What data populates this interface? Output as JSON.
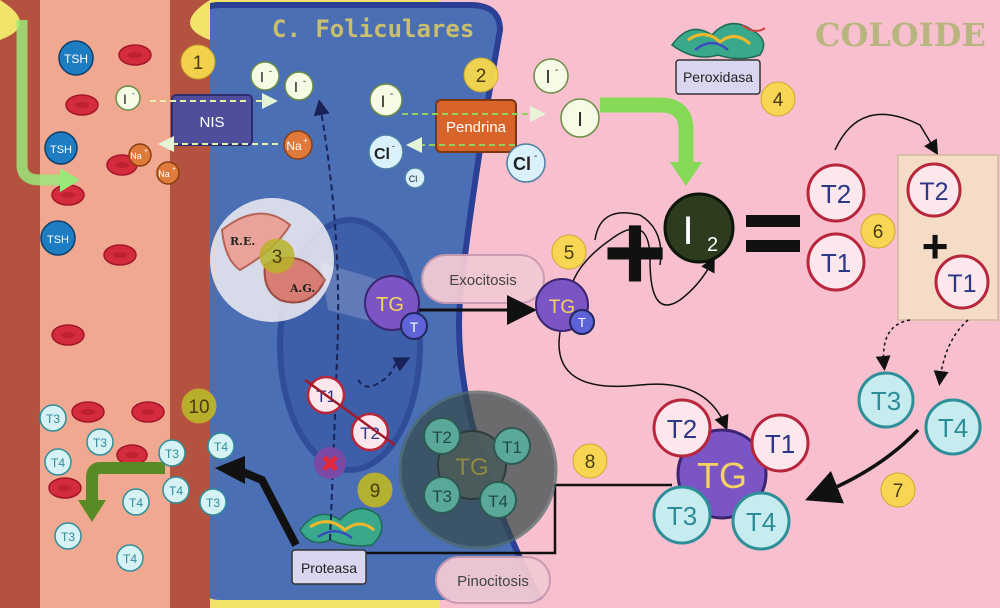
{
  "titles": {
    "cells": "C. Foliculares",
    "colloid": "COLOIDE"
  },
  "labels": {
    "nis": "NIS",
    "pendrina": "Pendrina",
    "peroxidasa": "Peroxidasa",
    "exocitosis": "Exocitosis",
    "pinocitosis": "Pinocitosis",
    "proteasa": "Proteasa",
    "re": "R.E.",
    "ag": "A.G."
  },
  "steps": [
    "1",
    "2",
    "3",
    "4",
    "5",
    "6",
    "7",
    "8",
    "10",
    "9"
  ],
  "ions": {
    "iodide": "I",
    "iodide_sup": "-",
    "chloride": "Cl",
    "chloride_sup": "-",
    "sodium": "Na",
    "sodium_sup": "+",
    "iodine": "I",
    "iodine_sub": "2"
  },
  "hormones": {
    "tsh": "TSH",
    "tg": "TG",
    "t": "T",
    "t1": "T1",
    "t2": "T2",
    "t3": "T3",
    "t4": "T4"
  },
  "symbols": {
    "plus": "+",
    "equals": "=",
    "cross": "✖"
  },
  "colors": {
    "vessel_wall": "#b3523f",
    "vessel_lumen": "#f0a890",
    "cell": "#4a6fb5",
    "colloid": "#f7bfd0",
    "step_badge": "#f7d84d",
    "tg": "#7b55c4",
    "t3_t4_fill": "#c6ecef",
    "t1_t2_fill": "#fbe7ec",
    "iodine": "#2d3b1e",
    "green_arrow": "#86d957"
  },
  "icons": [
    "red-blood-cell-icon",
    "protein-structure-icon",
    "organelle-icon",
    "cross-icon"
  ]
}
